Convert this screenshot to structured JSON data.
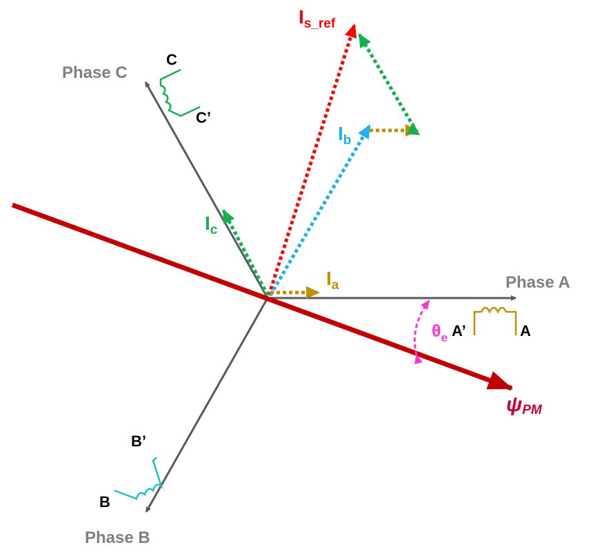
{
  "colors": {
    "axis": "#595959",
    "axis_label": "#808080",
    "flux": "#c00000",
    "flux_label": "#cc0033",
    "i_a": "#bf9000",
    "i_b": "#1fb0f0",
    "i_c": "#12b050",
    "i_s_ref": "#ff0000",
    "theta": "#ff33cc",
    "coil_a": "#bf9000",
    "coil_b": "#1fc0c8",
    "coil_c": "#12b050",
    "terminal": "#000000"
  },
  "labels": {
    "phase_a": "Phase A",
    "phase_b": "Phase B",
    "phase_c": "Phase C",
    "terminal_a": "A",
    "terminal_a_prime": "A’",
    "terminal_b": "B",
    "terminal_b_prime": "B’",
    "terminal_c": "C",
    "terminal_c_prime": "C’",
    "i_a_main": "I",
    "i_a_sub": "a",
    "i_b_main": "I",
    "i_b_sub": "b",
    "i_c_main": "I",
    "i_c_sub": "c",
    "i_s_ref_main": "I",
    "i_s_ref_sub": "s_ref",
    "psi_main": "ψ",
    "psi_sub": "PM",
    "theta_main": "θ",
    "theta_sub": "e"
  }
}
